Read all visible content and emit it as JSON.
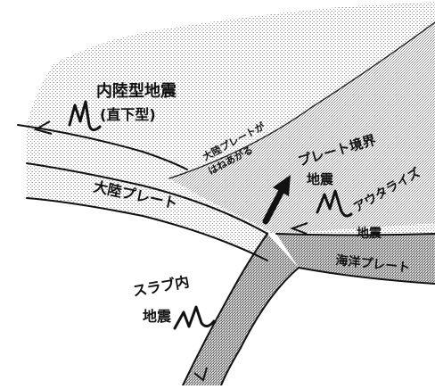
{
  "labels": {
    "inland_quake_line1": "内陸型地震",
    "inland_quake_line2": "(直下型)",
    "continental_plate": "大陸プレート",
    "continental_plate_drag_line1": "大陸プレートが",
    "continental_plate_drag_line2": "はねあがる",
    "plate_boundary_quake_line1": "プレート境界",
    "plate_boundary_quake_line2": "地震",
    "outer_rise_quake_line1": "アウタライズ",
    "outer_rise_quake_line2": "地震",
    "oceanic_plate": "海洋プレート",
    "intraslab_quake_line1": "スラブ内",
    "intraslab_quake_line2": "地震"
  },
  "icons": {
    "quake_symbol": "seismic-zigzag-icon",
    "upthrust_arrow": "arrow-up-right-icon",
    "motion_arrow": "arrow-left-icon"
  },
  "colors": {
    "ink": "#111111",
    "paper": "#ffffff",
    "stipple_light": "#b8b8b8",
    "stipple_dark": "#8a8a8a"
  }
}
